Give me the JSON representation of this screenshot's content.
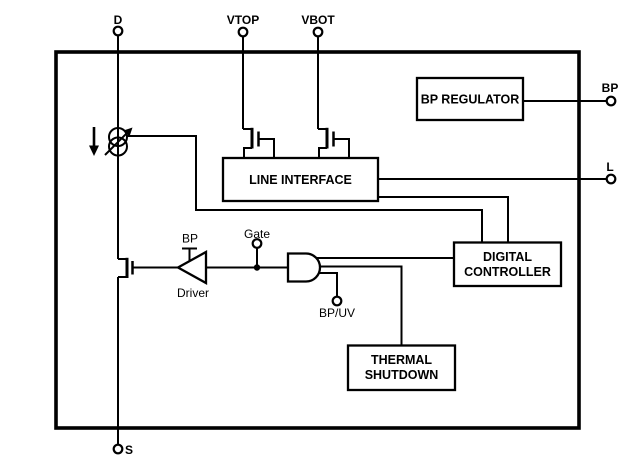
{
  "figure": {
    "background": "#ffffff",
    "line_color": "#000000",
    "pins": {
      "d": {
        "label": "D"
      },
      "vtop": {
        "label": "VTOP"
      },
      "vbot": {
        "label": "VBOT"
      },
      "bp": {
        "label": "BP"
      },
      "l": {
        "label": "L"
      },
      "s": {
        "label": "S"
      },
      "gate": {
        "label": "Gate"
      },
      "bpuv": {
        "label": "BP/UV"
      }
    },
    "blocks": {
      "bp_regulator": {
        "label": "BP REGULATOR"
      },
      "line_interface": {
        "label": "LINE INTERFACE"
      },
      "digital_controller": {
        "line1": "DIGITAL",
        "line2": "CONTROLLER"
      },
      "thermal_shutdown": {
        "line1": "THERMAL",
        "line2": "SHUTDOWN"
      }
    },
    "annotations": {
      "driver": {
        "label": "Driver"
      },
      "driver_supply": {
        "label": "BP"
      }
    }
  }
}
